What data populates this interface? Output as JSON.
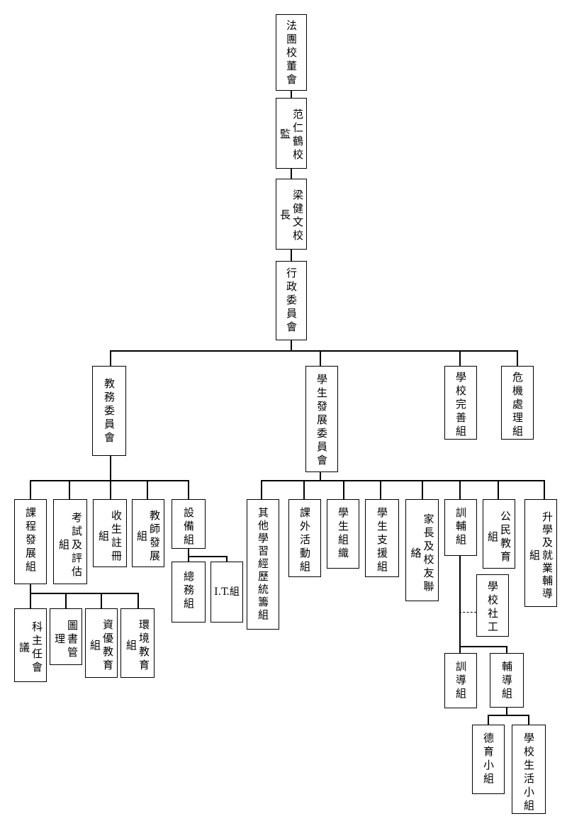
{
  "nodes": {
    "board": "法團校董會",
    "supervisor": "范仁鶴校監",
    "principal": "梁健文校長",
    "admin_committee": "行政委員會",
    "academic_committee": "教務委員會",
    "student_dev_committee": "學生發展委員會",
    "school_improvement": "學校完善組",
    "crisis_management": "危機處理組",
    "curriculum_dev": "課程發展組",
    "exam_assessment": "考試及評估組",
    "admissions": "收生註冊組",
    "teacher_dev": "教師發展組",
    "facilities": "設備組",
    "general_affairs": "總務組",
    "it_group": "I.T.組",
    "subject_panel": "科主任會議",
    "library": "圖書管理",
    "gifted_education": "資優教育組",
    "environmental_education": "環境教育組",
    "ole": "其他學習經歷統籌組",
    "extracurricular": "課外活動組",
    "student_orgs": "學生組織",
    "student_support": "學生支援組",
    "parent_alumni": "家長及校友聯絡",
    "guidance_counselling": "訓輔組",
    "civic_education": "公民教育組",
    "further_studies": "升學及就業輔導組",
    "social_worker": "學校社工",
    "discipline": "訓導組",
    "counselling": "輔導組",
    "moral_education": "德育小組",
    "school_life": "學校生活小組"
  }
}
